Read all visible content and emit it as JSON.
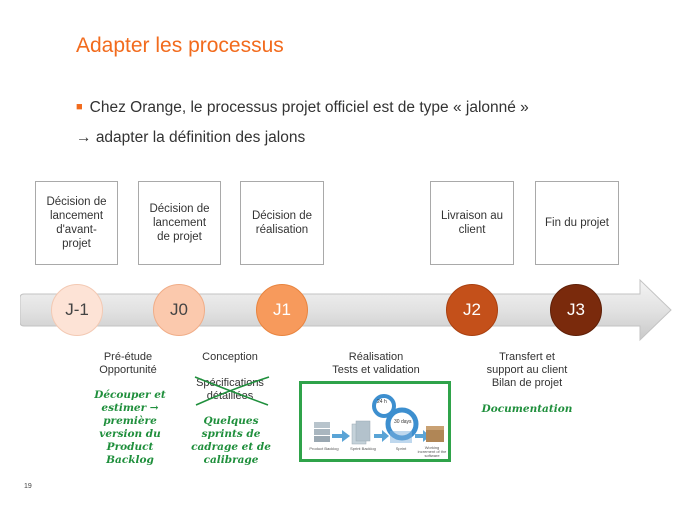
{
  "slide": {
    "title": "Adapter les processus",
    "bullet": "Chez Orange, le processus projet officiel est de type « jalonné »",
    "arrow_line": "adapter la définition des jalons",
    "page_number": "19"
  },
  "top_boxes": [
    "Décision de\nlancement\nd'avant-\nprojet",
    "Décision de\nlancement\nde projet",
    "Décision de\nréalisation",
    "Livraison au\nclient",
    "Fin du projet"
  ],
  "gates": [
    "J-1",
    "J0",
    "J1",
    "J2",
    "J3"
  ],
  "phases": {
    "p1": "Pré-étude\nOpportunité",
    "p2_title": "Conception",
    "p2_struck": "Spécifications\ndétaillées",
    "p3": "Réalisation\nTests et validation",
    "p4": "Transfert et\nsupport au client\nBilan de projet"
  },
  "handwritten": {
    "h1": "Découper et\nestimer →\npremière\nversion du\nProduct\nBacklog",
    "h2": "Quelques\nsprints de\ncadrage et de\ncalibrage",
    "h3": "Documentation"
  },
  "scrum_diagram": {
    "labels": [
      "Product Backlog",
      "Sprint Backlog",
      "Sprint",
      "Working increment of the software"
    ],
    "cycle_long": "24 h",
    "cycle_short": "30 days"
  },
  "colors": {
    "accent": "#f26b1d",
    "handwriting": "#1f8f3c",
    "gates": [
      "#fde3d6",
      "#fbc9ad",
      "#f79a5c",
      "#c4501a",
      "#7a2a0c"
    ]
  }
}
